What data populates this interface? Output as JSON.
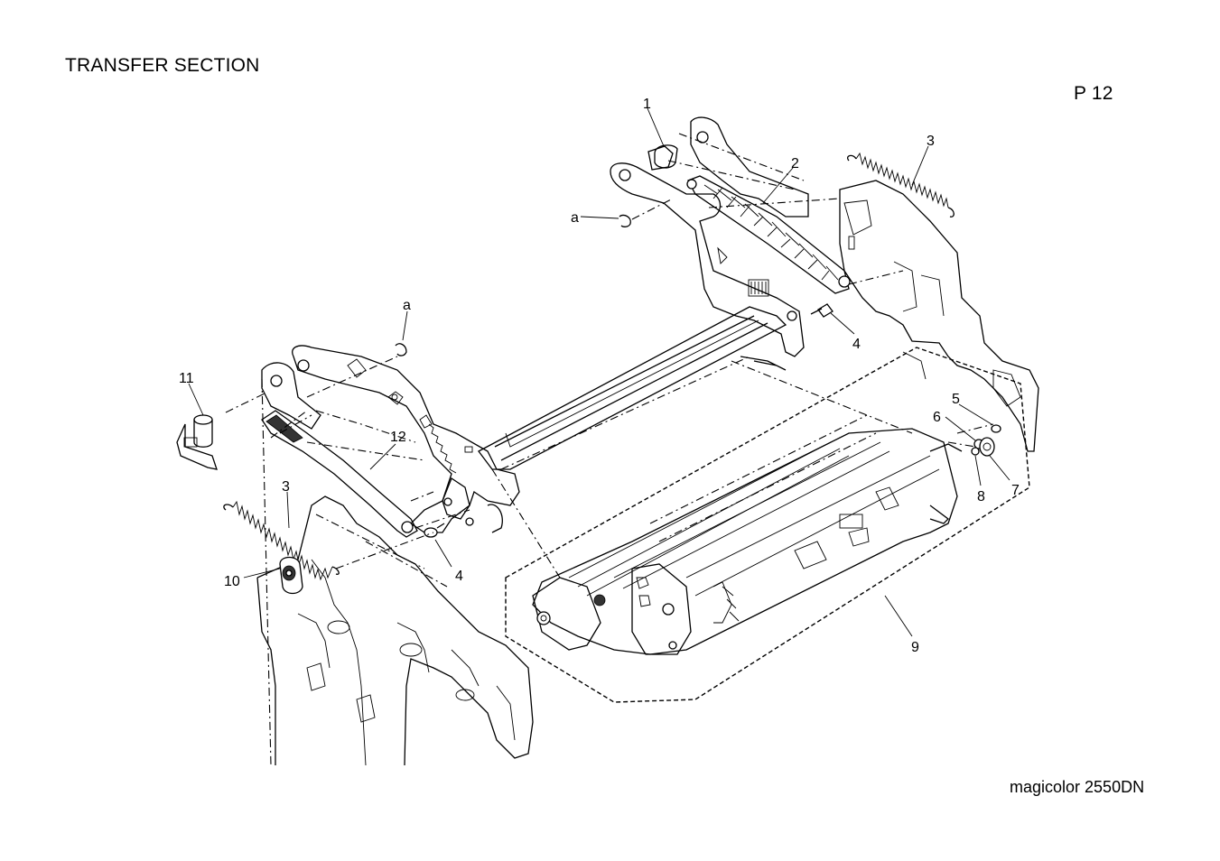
{
  "header": {
    "section_title": "TRANSFER SECTION",
    "page_number": "P 12"
  },
  "footer": {
    "model_name": "magicolor 2550DN"
  },
  "callouts": {
    "c1": "1",
    "c2": "2",
    "c3_top": "3",
    "c3_left": "3",
    "c4_right": "4",
    "c4_left": "4",
    "c5": "5",
    "c6": "6",
    "c7": "7",
    "c8": "8",
    "c9": "9",
    "c10": "10",
    "c11": "11",
    "c12": "12",
    "ca_top": "a",
    "ca_mid": "a"
  }
}
